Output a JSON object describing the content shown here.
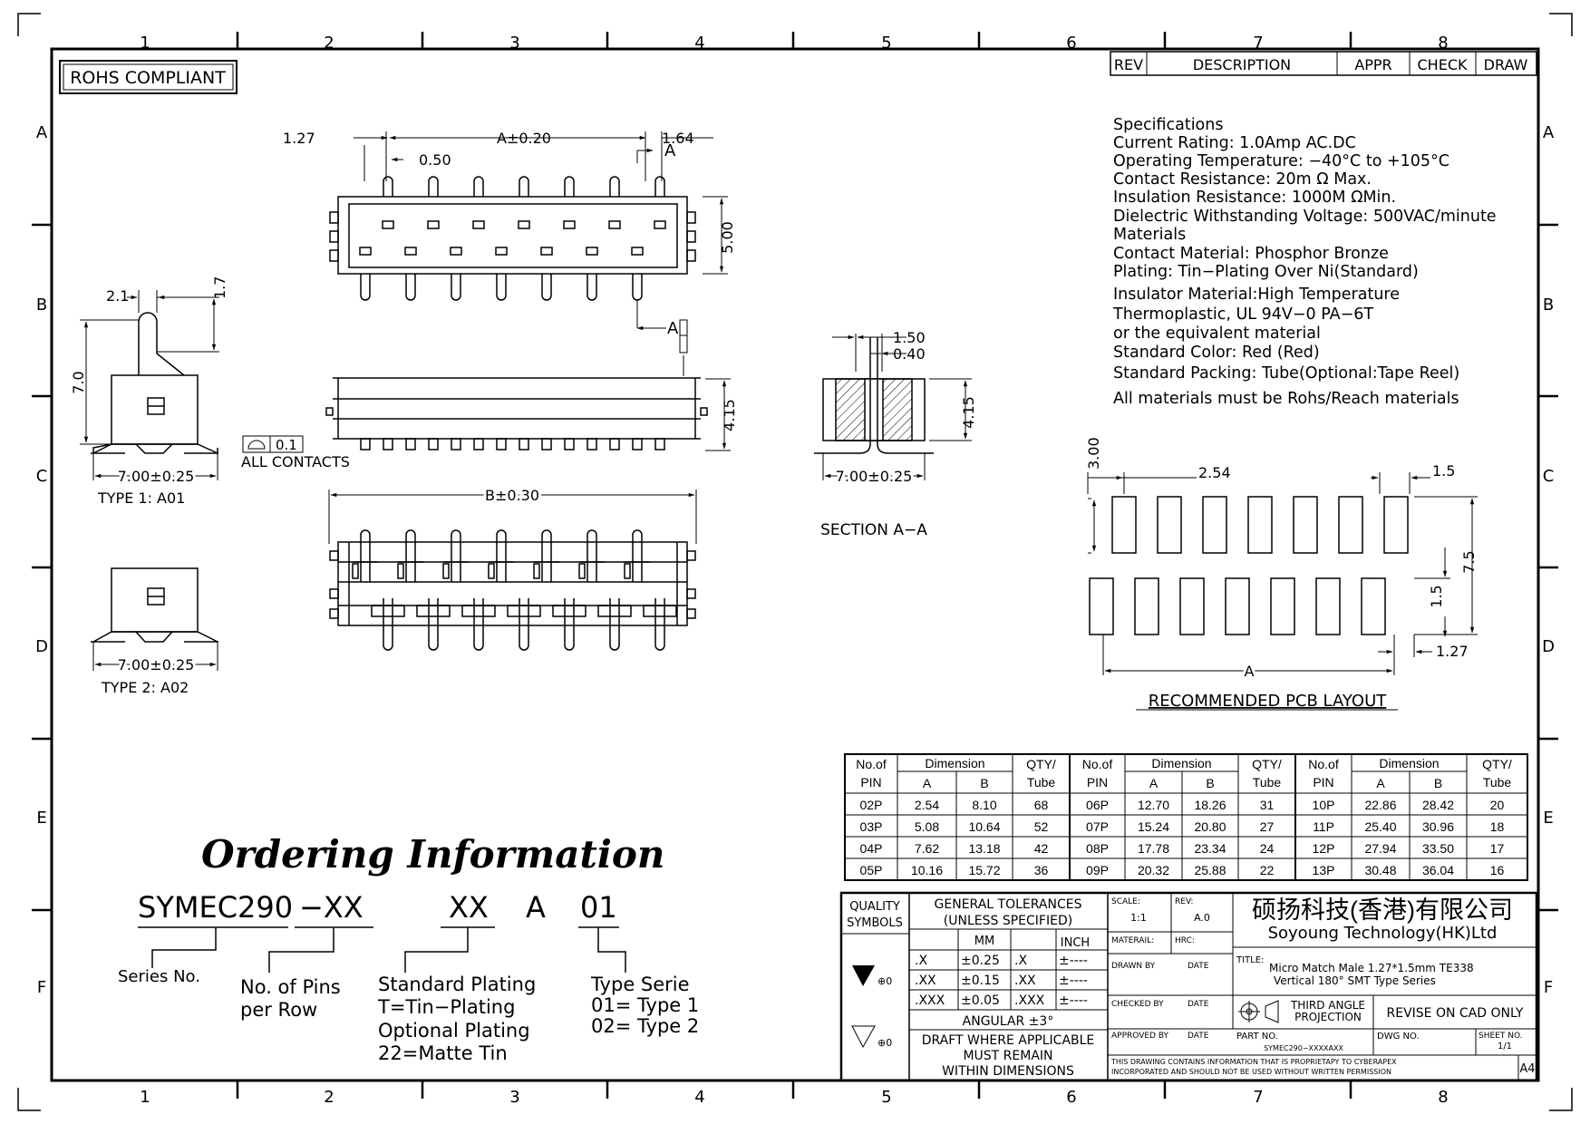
{
  "frame": {
    "col_labels": [
      "1",
      "2",
      "3",
      "4",
      "5",
      "6",
      "7",
      "8"
    ],
    "row_labels": [
      "A",
      "B",
      "C",
      "D",
      "E",
      "F"
    ]
  },
  "rohs": "ROHS COMPLIANT",
  "revision_block": {
    "rev": "REV",
    "description": "DESCRIPTION",
    "appr": "APPR",
    "check": "CHECK",
    "draw": "DRAW"
  },
  "specifications": [
    "Specifications",
    "Current  Rating:  1.0Amp  AC.DC",
    "Operating  Temperature:  −40°C  to  +105°C",
    "Contact  Resistance:  20m Ω Max.",
    "Insulation  Resistance:  1000M  ΩMin.",
    "Dielectric  Withstanding  Voltage:  500VAC/minute",
    "Materials",
    "Contact  Material:  Phosphor  Bronze",
    "Plating:  Tin−Plating  Over  Ni(Standard)",
    "Insulator  Material:High  Temperature",
    "Thermoplastic,  UL  94V−0  PA−6T",
    "or  the  equivalent  material",
    "Standard  Color:  Red  (Red)",
    "Standard  Packing:  Tube(Optional:Tape  Reel)",
    "All  materials  must  be  Rohs/Reach  materials"
  ],
  "dims": {
    "d127": "1.27",
    "a020": "A±0.20",
    "d164": "1.64",
    "a_mark": "A",
    "d050": "0.50",
    "d500": "5.00",
    "a_mark2": "A",
    "d21": "2.1",
    "d17": "1.7",
    "d70": "7.0",
    "d415": "4.15",
    "d700_1": "7.00±0.25",
    "type1": "TYPE  1:  A01",
    "flat": "0.1",
    "all_contacts": "ALL  CONTACTS",
    "b030": "B±0.30",
    "d700_2": "7.00±0.25",
    "type2": "TYPE  2:  A02",
    "d150": "1.50",
    "d040": "0.40",
    "d415b": "4.15",
    "d700_3": "7.00±0.25",
    "section": "SECTION  A−A",
    "p300": "3.00",
    "p254": "2.54",
    "p15": "1.5",
    "p75": "7.5",
    "p15b": "1.5",
    "p127": "1.27",
    "pa": "A",
    "pcb_title": "RECOMMENDED  PCB  LAYOUT"
  },
  "dim_table": {
    "h_no": "No.of",
    "h_pin": "PIN",
    "h_dim": "Dimension",
    "h_a": "A",
    "h_b": "B",
    "h_qty": "QTY/",
    "h_tube": "Tube",
    "rows": [
      [
        "02P",
        "2.54",
        "8.10",
        "68",
        "06P",
        "12.70",
        "18.26",
        "31",
        "10P",
        "22.86",
        "28.42",
        "20"
      ],
      [
        "03P",
        "5.08",
        "10.64",
        "52",
        "07P",
        "15.24",
        "20.80",
        "27",
        "11P",
        "25.40",
        "30.96",
        "18"
      ],
      [
        "04P",
        "7.62",
        "13.18",
        "42",
        "08P",
        "17.78",
        "23.34",
        "24",
        "12P",
        "27.94",
        "33.50",
        "17"
      ],
      [
        "05P",
        "10.16",
        "15.72",
        "36",
        "09P",
        "20.32",
        "25.88",
        "22",
        "13P",
        "30.48",
        "36.04",
        "16"
      ]
    ]
  },
  "ordering": {
    "title": "Ordering Information",
    "code_a": "SYMEC290",
    "code_b": "−XX",
    "code_c": "XX",
    "code_d": "A",
    "code_e": "01",
    "series": "Series  No.",
    "pins_1": "No.  of  Pins",
    "pins_2": "per  Row",
    "plating_1": "Standard  Plating",
    "plating_2": "T=Tin−Plating",
    "plating_3": "Optional  Plating",
    "plating_4": "22=Matte  Tin",
    "type_1": "Type  Serie",
    "type_2": "01=  Type  1",
    "type_3": "02=  Type  2"
  },
  "title_block": {
    "quality": "QUALITY",
    "symbols": "SYMBOLS",
    "sym1": "⊕0",
    "sym2": "⊕0",
    "gen_tol": "GENERAL  TOLERANCES",
    "unless": "(UNLESS  SPECIFIED)",
    "mm": "MM",
    "inch": "INCH",
    "tol_rows": [
      [
        ".X",
        "±0.25",
        ".X",
        "±----"
      ],
      [
        ".XX",
        "±0.15",
        ".XX",
        "±----"
      ],
      [
        ".XXX",
        "±0.05",
        ".XXX",
        "±----"
      ]
    ],
    "angular": "ANGULAR  ±3°",
    "draft_1": "DRAFT  WHERE  APPLICABLE",
    "draft_2": "MUST  REMAIN",
    "draft_3": "WITHIN  DIMENSIONS",
    "scale_l": "SCALE:",
    "scale_v": "1:1",
    "rev_l": "REV:",
    "rev_v": "A.0",
    "material_l": "MATERAIL:",
    "hrc_l": "HRC:",
    "drawn_by": "DRAWN  BY",
    "checked_by": "CHECKED  BY",
    "approved_by": "APPROVED  BY",
    "date": "DATE",
    "company_cn": "硕扬科技(香港)有限公司",
    "company_en": "Soyoung  Technology(HK)Ltd",
    "title_l": "TITLE:",
    "title_1": "Micro  Match  Male  1.27*1.5mm  TE338",
    "title_2": "Vertical  180°  SMT  Type  Series",
    "proj_1": "THIRD  ANGLE",
    "proj_2": "PROJECTION",
    "revise": "REVISE  ON  CAD  ONLY",
    "part_l": "PART  NO.",
    "part_v": "SYMEC290−XXXXAXX",
    "dwg_l": "DWG  NO.",
    "sheet_l": "SHEET  NO.",
    "sheet_v": "1/1",
    "prop_1": "THIS  DRAWING  CONTAINS  INFORMATION  THAT  IS  PROPRIETAPY  TO  CYBERAPEX",
    "prop_2": "INCORPORATED  AND  SHOULD  NOT  BE  USED  WITHOUT  WRITTEN  PERMISSION",
    "size": "A4"
  }
}
